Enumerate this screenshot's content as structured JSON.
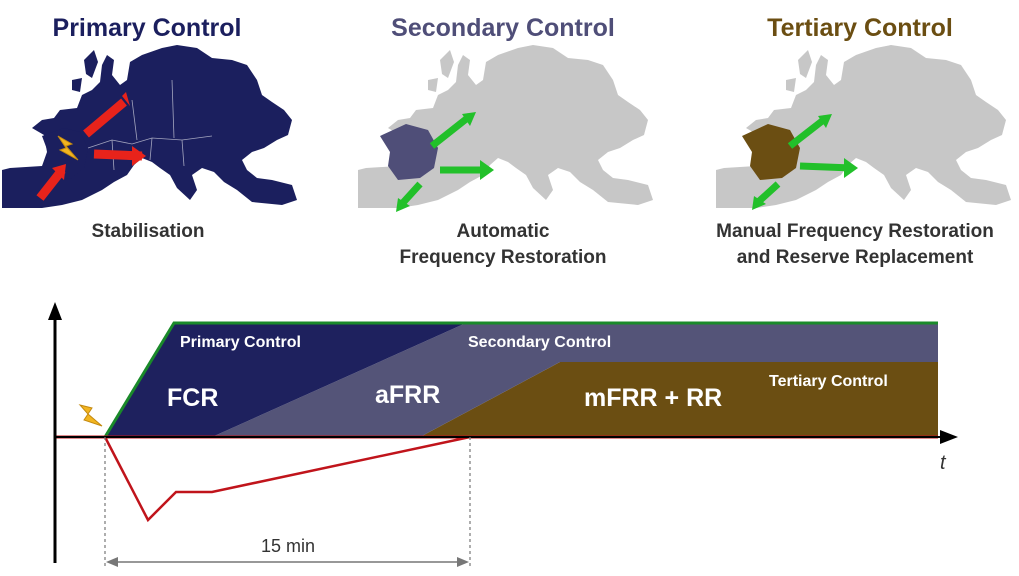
{
  "panels": [
    {
      "title": "Primary Control",
      "caption": "Stabilisation",
      "title_color": "#1b1f5e",
      "region_color": "#1b1f5e",
      "highlight_color": "#1b1f5e",
      "arrow_color": "#e8231b"
    },
    {
      "title": "Secondary Control",
      "caption": "Automatic\nFrequency Restoration",
      "title_color": "#4f4e78",
      "region_color": "#c7c7c7",
      "highlight_color": "#4f4e78",
      "arrow_color": "#22c02a"
    },
    {
      "title": "Tertiary Control",
      "caption": "Manual Frequency Restoration\nand Reserve Replacement",
      "title_color": "#6b4e12",
      "region_color": "#c7c7c7",
      "highlight_color": "#6b4e12",
      "arrow_color": "#22c02a"
    }
  ],
  "timeline": {
    "bands": [
      {
        "name": "Primary Control",
        "abbrev": "FCR",
        "color": "#1e215e"
      },
      {
        "name": "Secondary Control",
        "abbrev": "aFRR",
        "color": "#545478"
      },
      {
        "name": "Tertiary Control",
        "abbrev": "mFRR + RR",
        "color": "#6b4e12"
      }
    ],
    "axis_label": "t",
    "duration_label": "15 min",
    "envelope_color": "#1a8a2a",
    "frequency_color": "#c0141b"
  },
  "icons": {
    "fault": "lightning-icon"
  }
}
